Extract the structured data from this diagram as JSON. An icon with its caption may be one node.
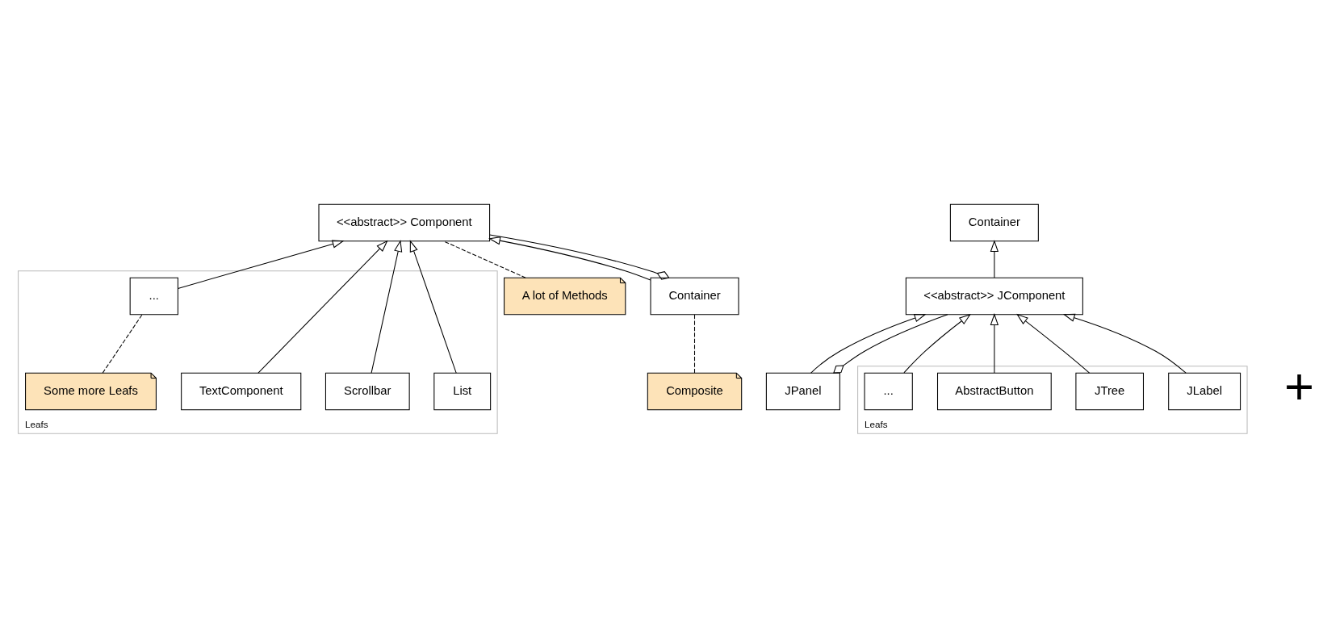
{
  "diagram": {
    "nodes": [
      {
        "text": [
          "Leafs"
        ]
      },
      {
        "text": [
          "A lot of Methods"
        ]
      },
      {
        "text": [
          "<<abstract>> Component"
        ]
      },
      {
        "text": [
          "TextComponent"
        ],
        "in": 0
      },
      {
        "text": [
          "Scrollbar"
        ],
        "in": 0
      },
      {
        "text": [
          "List"
        ],
        "in": 0
      },
      {
        "text": [
          "..."
        ],
        "in": 0
      },
      {
        "text": [
          "Some more Leafs"
        ],
        "in": 0
      },
      {
        "text": [
          "Container"
        ]
      },
      {
        "text": [
          "Composite"
        ]
      },
      {
        "text": [
          "Container"
        ]
      },
      {
        "text": [
          "<<abstract>> JComponent"
        ]
      },
      {
        "text": [
          "Leafs"
        ]
      },
      {
        "text": [
          "JLabel"
        ],
        "in": 12
      },
      {
        "text": [
          "JTree"
        ],
        "in": 12
      },
      {
        "text": [
          "AbstractButton"
        ],
        "in": 12
      },
      {
        "text": [
          "..."
        ],
        "in": 12
      },
      {
        "text": [
          "JPanel"
        ]
      }
    ],
    "edges": [
      {
        "from": 1,
        "to": 2,
        "arrow": "none",
        "style": "dashed"
      },
      {
        "from": 3,
        "to": 2,
        "arrow": "to"
      },
      {
        "from": 4,
        "to": 2,
        "arrow": "to"
      },
      {
        "from": 5,
        "to": 2,
        "arrow": "to"
      },
      {
        "from": 6,
        "to": 2,
        "arrow": "to"
      },
      {
        "from": 8,
        "to": 2,
        "arrow": "to"
      },
      {
        "from": 2,
        "to": 8,
        "arrow": "other"
      },
      {
        "from": 7,
        "to": 6,
        "arrow": "none",
        "style": "dashed"
      },
      {
        "from": 9,
        "to": 8,
        "arrow": "none",
        "style": "dashed"
      },
      {
        "from": 11,
        "to": 10,
        "arrow": "to"
      },
      {
        "from": 13,
        "to": 11,
        "arrow": "to"
      },
      {
        "from": 14,
        "to": 11,
        "arrow": "to"
      },
      {
        "from": 15,
        "to": 11,
        "arrow": "to"
      },
      {
        "from": 16,
        "to": 11,
        "arrow": "to"
      },
      {
        "from": 17,
        "to": 11,
        "arrow": "to"
      },
      {
        "from": 11,
        "to": 17,
        "arrow": "other"
      }
    ],
    "labels": [
      "+"
    ]
  }
}
